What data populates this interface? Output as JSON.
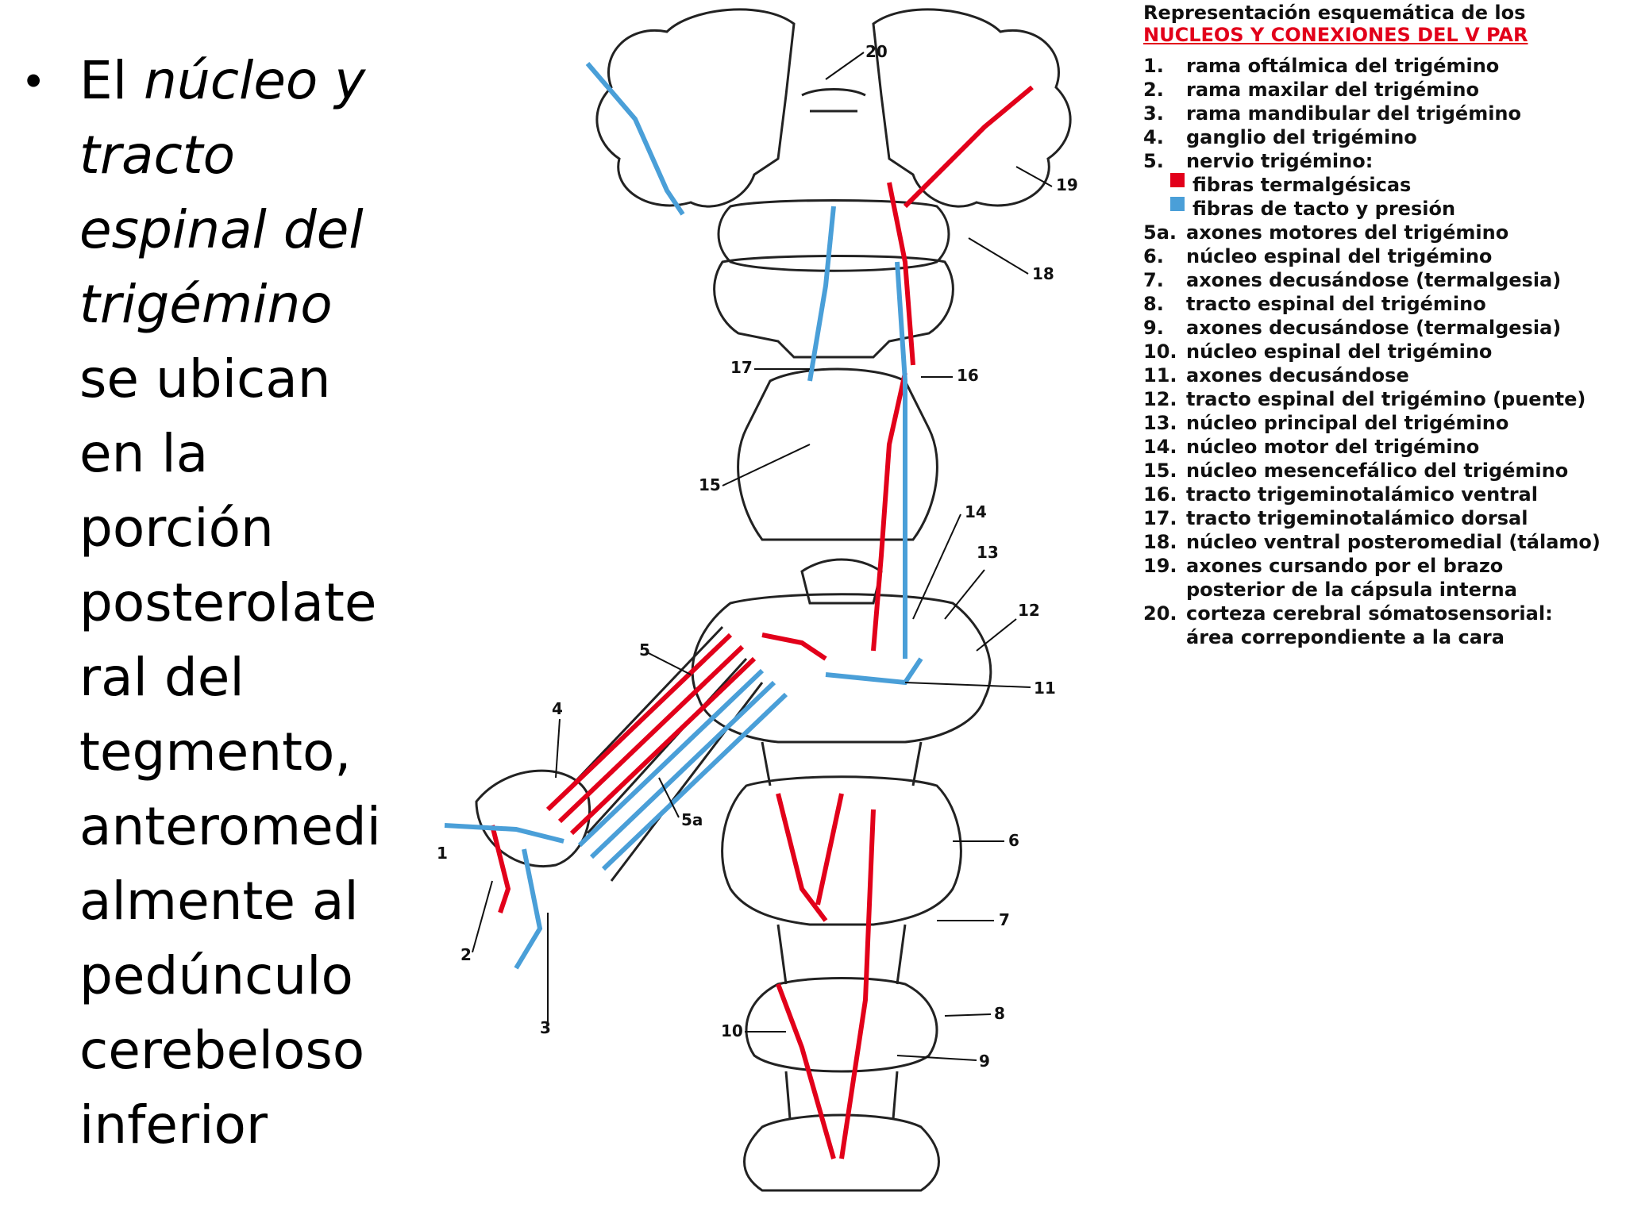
{
  "slide": {
    "bullet": "•",
    "lines": [
      {
        "text": "El ",
        "emph": "núcleo y"
      },
      {
        "text": "",
        "emph": "tracto"
      },
      {
        "text": "",
        "emph": "espinal del"
      },
      {
        "text": "",
        "emph": "trigémino"
      },
      {
        "text": "se ubican",
        "emph": ""
      },
      {
        "text": "en la",
        "emph": ""
      },
      {
        "text": "porción",
        "emph": ""
      },
      {
        "text": "posterolate",
        "emph": ""
      },
      {
        "text": "ral del",
        "emph": ""
      },
      {
        "text": "tegmento,",
        "emph": ""
      },
      {
        "text": "anteromedi",
        "emph": ""
      },
      {
        "text": "almente al",
        "emph": ""
      },
      {
        "text": "pedúnculo",
        "emph": ""
      },
      {
        "text": "cerebeloso",
        "emph": ""
      },
      {
        "text": "inferior",
        "emph": ""
      }
    ]
  },
  "legend": {
    "title_line1": "Representación esquemática de los",
    "title_line2": "NUCLEOS Y CONEXIONES DEL V PAR",
    "items": [
      {
        "num": "1.",
        "text": "rama oftálmica del trigémino"
      },
      {
        "num": "2.",
        "text": "rama maxilar del trigémino"
      },
      {
        "num": "3.",
        "text": "rama mandibular del trigémino"
      },
      {
        "num": "4.",
        "text": "ganglio del trigémino"
      },
      {
        "num": "5.",
        "text": "nervio trigémino:"
      },
      {
        "num": "",
        "text": "fibras termalgésicas",
        "swatch": "#e2001a"
      },
      {
        "num": "",
        "text": "fibras de tacto y presión",
        "swatch": "#4a9fd8"
      },
      {
        "num": "5a.",
        "text": "axones motores del trigémino"
      },
      {
        "num": "6.",
        "text": "núcleo espinal del trigémino"
      },
      {
        "num": "7.",
        "text": "axones decusándose (termalgesia)"
      },
      {
        "num": "8.",
        "text": "tracto espinal del trigémino"
      },
      {
        "num": "9.",
        "text": "axones decusándose (termalgesia)"
      },
      {
        "num": "10.",
        "text": "núcleo espinal del trigémino"
      },
      {
        "num": "11.",
        "text": "axones decusándose"
      },
      {
        "num": "12.",
        "text": "tracto espinal del trigémino (puente)"
      },
      {
        "num": "13.",
        "text": "núcleo principal del trigémino"
      },
      {
        "num": "14.",
        "text": "núcleo motor del trigémino"
      },
      {
        "num": "15.",
        "text": "núcleo mesencefálico del trigémino"
      },
      {
        "num": "16.",
        "text": "tracto trigeminotalámico ventral"
      },
      {
        "num": "17.",
        "text": "tracto trigeminotalámico dorsal"
      },
      {
        "num": "18.",
        "text": "núcleo ventral posteromedial (tálamo)"
      },
      {
        "num": "19.",
        "text": "axones cursando por el brazo"
      },
      {
        "num": "",
        "text": "posterior de la cápsula interna",
        "cont": true
      },
      {
        "num": "20.",
        "text": "corteza cerebral sómatosensorial:"
      },
      {
        "num": "",
        "text": "área correpondiente a la cara",
        "cont": true
      }
    ]
  },
  "diagram": {
    "colors": {
      "pain": "#e2001a",
      "touch": "#4a9fd8",
      "line": "#222222"
    },
    "labels": [
      "1",
      "2",
      "3",
      "4",
      "5",
      "5a",
      "6",
      "7",
      "8",
      "9",
      "10",
      "11",
      "12",
      "13",
      "14",
      "15",
      "16",
      "17",
      "18",
      "19",
      "20"
    ]
  }
}
